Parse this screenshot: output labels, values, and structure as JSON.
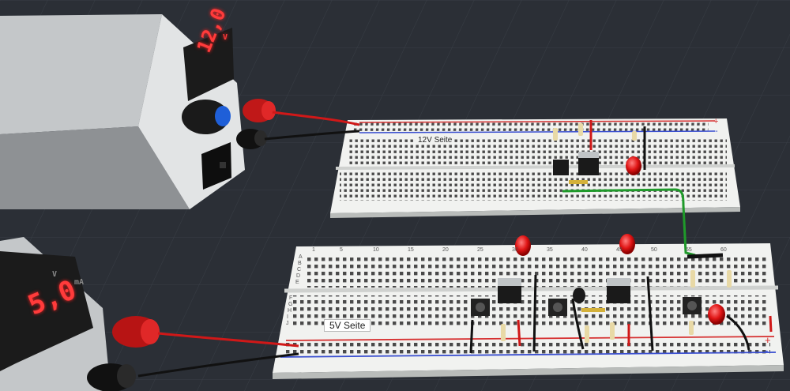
{
  "psu_top": {
    "display_value": "12,0",
    "display_unit": "V"
  },
  "psu_bottom": {
    "display_value": "5,0",
    "display_unit_v": "V",
    "display_unit_ma": "mA"
  },
  "board_top": {
    "label": "12V Seite",
    "rail_plus": "+",
    "rail_minus": "-"
  },
  "board_bottom": {
    "label": "5V Seite",
    "rail_plus": "+",
    "rail_minus": "-"
  },
  "row_letters_bottom": [
    "A",
    "B",
    "C",
    "D",
    "E",
    "F",
    "G",
    "H",
    "I",
    "J"
  ],
  "column_numbers": [
    "1",
    "5",
    "10",
    "15",
    "20",
    "25",
    "30",
    "35",
    "40",
    "45",
    "50",
    "55",
    "60"
  ],
  "colors": {
    "background": "#2b2f36",
    "grid": "#3a3f47",
    "board": "#f1f2f0",
    "hole": "#4a4a4a",
    "rail_red": "#d63030",
    "rail_blue": "#3a4fd0",
    "wire_red": "#d01818",
    "wire_black": "#111111",
    "wire_green": "#1f9a2a",
    "led_red": "#e01515",
    "psu_body": "#c9ccce",
    "psu_panel": "#dadcdd",
    "display_bg": "#1b1b1b",
    "display_digits": "#ff3b3b"
  }
}
